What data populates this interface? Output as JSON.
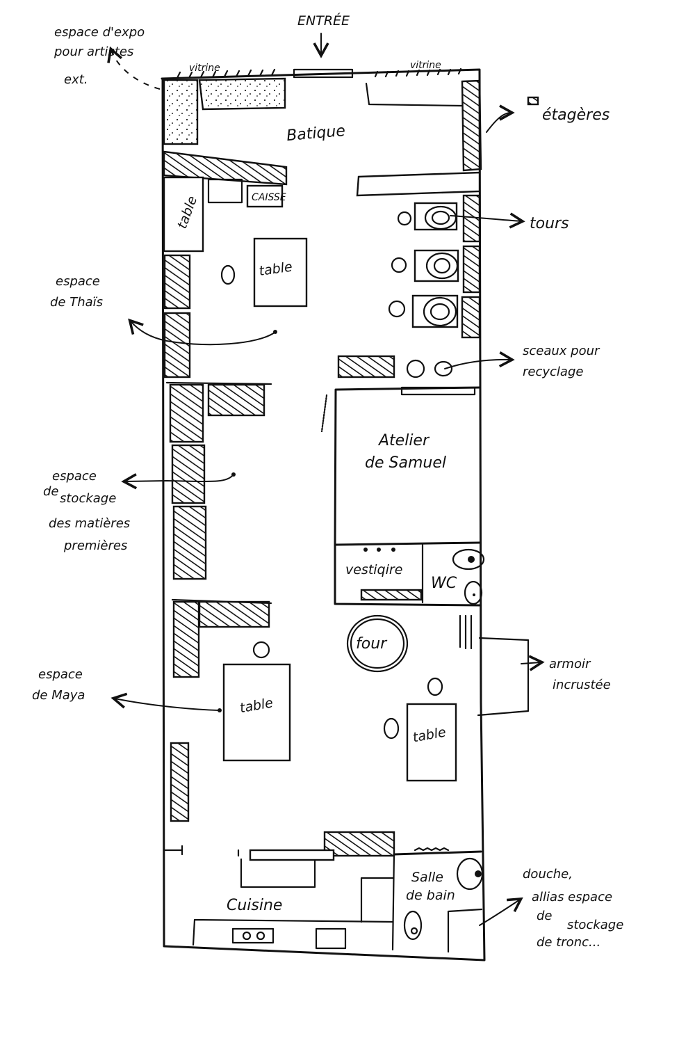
{
  "plan": {
    "entrance": "ENTRÉE",
    "vitrine_left": "vitrine",
    "vitrine_right": "vitrine",
    "rooms": {
      "boutique": "Batique",
      "atelier_line1": "Atelier",
      "atelier_line2": "de Samuel",
      "vestiaire": "vestiqire",
      "wc": "WC",
      "four": "four",
      "cuisine": "Cuisine",
      "sdb_line1": "Salle",
      "sdb_line2": "de bain"
    },
    "furniture": {
      "caisse": "CAISSE",
      "table_1": "table",
      "table_2": "table",
      "table_3": "table",
      "table_4": "table"
    },
    "annotations": {
      "expo": [
        "espace d'expo",
        "pour artistes",
        "ext."
      ],
      "etageres": "étagères",
      "tours": "tours",
      "thais": [
        "espace",
        "de Thaïs"
      ],
      "seaux": [
        "sceaux pour",
        "recyclage"
      ],
      "stockage": [
        "espace",
        "de",
        "stockage",
        "des matières",
        "premières"
      ],
      "armoire": [
        "armoir",
        "incrustée"
      ],
      "maya": [
        "espace",
        "de Maya"
      ],
      "douche": [
        "douche,",
        "allias espace",
        "de",
        "stockage",
        "de tronc..."
      ]
    }
  }
}
